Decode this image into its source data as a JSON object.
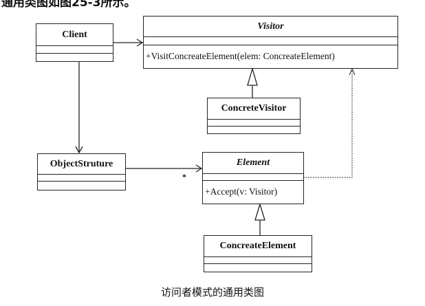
{
  "top_text": "通用类图如图25-3所示。",
  "classes": {
    "client": {
      "name": "Client"
    },
    "visitor": {
      "name": "Visitor",
      "operation": "+VisitConcreateElement(elem: ConcreateElement)"
    },
    "concrete_visitor": {
      "name": "ConcreteVisitor"
    },
    "object_structure": {
      "name": "ObjectStruture"
    },
    "element": {
      "name": "Element",
      "operation": "+Accept(v: Visitor)"
    },
    "concreate_element": {
      "name": "ConcreateElement"
    }
  },
  "multiplicity": "*",
  "caption": "访问者模式的通用类图"
}
